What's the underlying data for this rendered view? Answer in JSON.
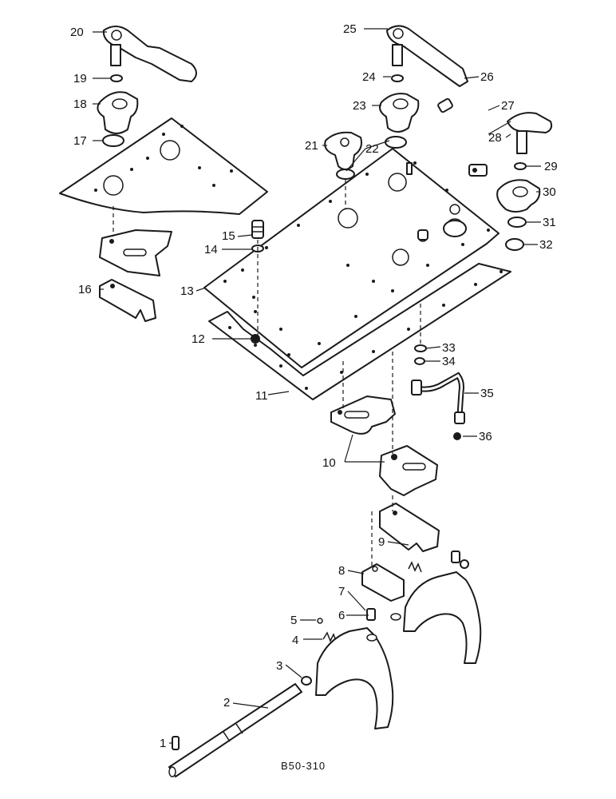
{
  "figure": {
    "reference": "B50-310",
    "callouts": [
      "1",
      "2",
      "3",
      "4",
      "5",
      "6",
      "7",
      "8",
      "9",
      "10",
      "11",
      "12",
      "13",
      "14",
      "15",
      "16",
      "17",
      "18",
      "19",
      "20",
      "21",
      "22",
      "23",
      "24",
      "25",
      "26",
      "27",
      "28",
      "29",
      "30",
      "31",
      "32",
      "33",
      "34",
      "35",
      "36"
    ]
  }
}
